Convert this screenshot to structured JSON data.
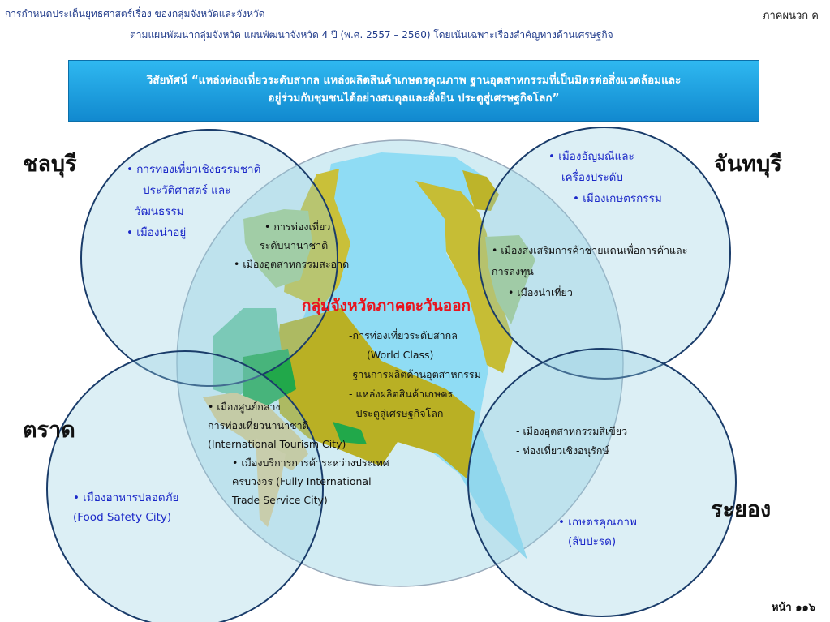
{
  "header": {
    "line1": "การกำหนดประเด็นยุทธศาสตร์เรื่อง ของกลุ่มจังหวัดและจังหวัด",
    "line2": "ตามแผนพัฒนากลุ่มจังหวัด แผนพัฒนาจังหวัด 4 ปี (พ.ศ. 2557 – 2560) โดยเน้นเฉพาะเรื่องสำคัญทางด้านเศรษฐกิจ",
    "annex": "ภาคผนวก ค"
  },
  "vision": {
    "line1": "วิสัยทัศน์ “แหล่งท่องเที่ยวระดับสากล แหล่งผลิตสินค้าเกษตรคุณภาพ ฐานอุตสาหกรรมที่เป็นมิตรต่อสิ่งแวดล้อมและ",
    "line2": "อยู่ร่วมกับชุมชนได้อย่างสมดุลและยั่งยืน ประตูสู่เศรษฐกิจโลก”"
  },
  "provinces": {
    "chonburi": {
      "name": "ชลบุรี",
      "items": [
        "• การท่องเที่ยวเชิงธรรมชาติ",
        "ประวัติศาสตร์ และ",
        "วัฒนธรรม",
        "• เมืองน่าอยู่"
      ]
    },
    "chanthaburi": {
      "name": "จันทบุรี",
      "items": [
        "• เมืองอัญมณีและ",
        "เครื่องประดับ",
        "• เมืองเกษตรกรรม"
      ]
    },
    "trat": {
      "name": "ตราด",
      "items": [
        "• เมืองอาหารปลอดภัย",
        "(Food Safety City)"
      ]
    },
    "rayong": {
      "name": "ระยอง",
      "items": [
        "- เมืองอุตสาหกรรมสีเขียว",
        "- ท่องเที่ยวเชิงอนุรักษ์",
        "• เกษตรคุณภาพ",
        "(สับปะรด)"
      ]
    }
  },
  "map_labels": {
    "nw1": "• การท่องเที่ยว",
    "nw2": "ระดับนานาชาติ",
    "nw3": "• เมืองอุตสาหกรรมสะอาด",
    "ne1": "• เมืองส่งเสริมการค้าชายแดนเพื่อการค้าและ",
    "ne2": "การลงทุน",
    "ne3": "• เมืองน่าเที่ยว",
    "sw1": "• เมืองศูนย์กลาง",
    "sw2": "การท่องเที่ยวนานาชาติ",
    "sw3": "(International Tourism City)",
    "sw4": "• เมืองบริการการค้าระหว่างประเทศ",
    "sw5": "ครบวงจร (Fully International",
    "sw6": "Trade Service City)"
  },
  "center": {
    "title": "กลุ่มจังหวัดภาคตะวันออก",
    "items": [
      "-การท่องเที่ยวระดับสากล",
      "(World Class)",
      "-ฐานการผลิตด้านอุตสาหกรรม",
      "- แหล่งผลิตสินค้าเกษตร",
      "- ประตูสู่เศรษฐกิจโลก"
    ]
  },
  "page": "หน้า ๑๑๖"
}
